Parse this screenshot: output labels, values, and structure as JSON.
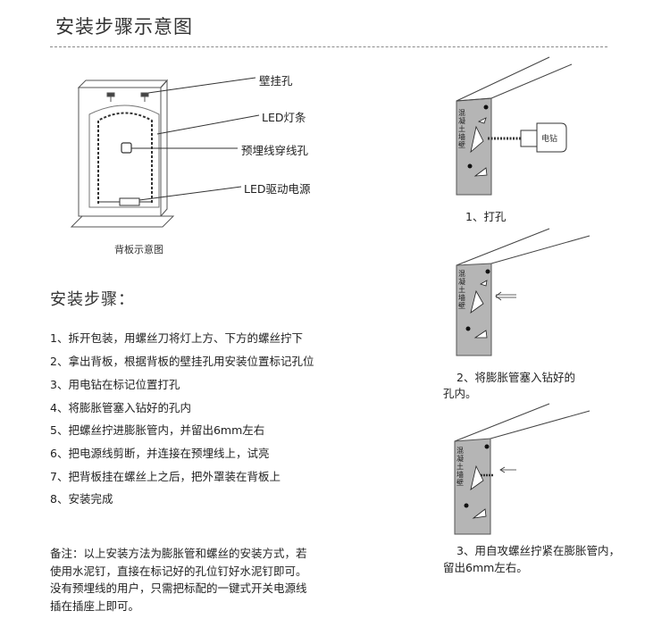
{
  "page_title": "安装步骤示意图",
  "backplate": {
    "caption": "背板示意图",
    "labels": {
      "wall_hole": "壁挂孔",
      "led_strip": "LED灯条",
      "wire_hole": "预埋线穿线孔",
      "driver": "LED驱动电源"
    }
  },
  "steps_heading": "安装步骤：",
  "steps": [
    "1、拆开包装，用螺丝刀将灯上方、下方的螺丝拧下",
    "2、拿出背板，根据背板的壁挂孔用安装位置标记孔位",
    "3、用电钻在标记位置打孔",
    "4、将膨胀管塞入钻好的孔内",
    "5、把螺丝拧进膨胀管内，并留出6mm左右",
    "6、把电源线剪断，并连接在预埋线上，试亮",
    "7、把背板挂在螺丝上之后，把外罩装在背板上",
    "8、安装完成"
  ],
  "note": [
    "备注：以上安装方法为膨胀管和螺丝的安装方式，若",
    "使用水泥钉，直接在标记好的孔位钉好水泥钉即可。",
    "没有预埋线的用户，只需把标配的一键式开关电源线",
    "插在插座上即可。"
  ],
  "diagrams": {
    "wall_label": [
      "混",
      "凝",
      "土",
      "墙",
      "壁"
    ],
    "drill_label": "电钻",
    "d1_caption": "1、打孔",
    "d2_caption": [
      "2、将膨胀管塞入钻好的",
      "孔内。"
    ],
    "d3_caption": [
      "3、用自攻螺丝拧紧在膨胀管内，",
      "留出6mm左右。"
    ]
  }
}
